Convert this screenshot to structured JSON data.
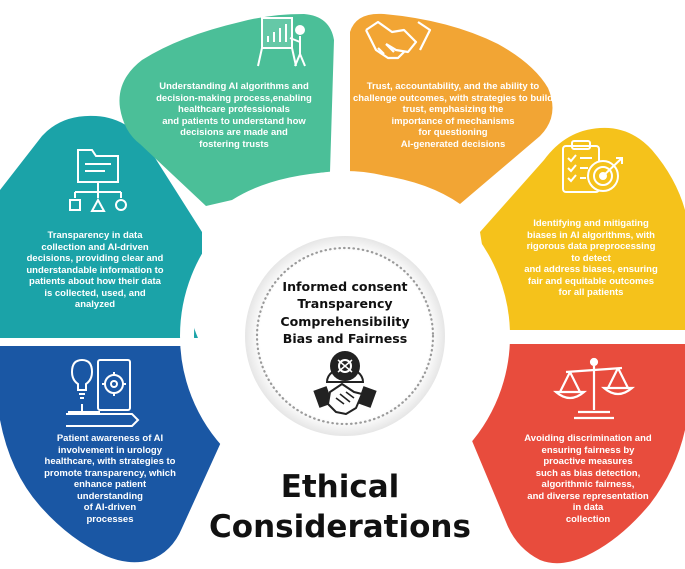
{
  "petals": [
    {
      "id": "data-transparency",
      "color": "#1ba3a8",
      "icon": "folder-hierarchy-icon",
      "text": "Transparency in data\ncollection and AI-driven\ndecisions, providing clear and\nunderstandable information to\npatients about how their data\nis collected, used, and\nanalyzed"
    },
    {
      "id": "algorithm-understanding",
      "color": "#4bbf98",
      "icon": "presentation-board-icon",
      "text": "Understanding AI algorithms and\ndecision-making process,enabling\nhealthcare professionals\nand patients to understand how\ndecisions are made and\nfostering trusts"
    },
    {
      "id": "trust-accountability",
      "color": "#f2a534",
      "icon": "handshake-icon",
      "text": "Trust, accountability, and the ability to\nchallenge outcomes, with strategies to build\ntrust,  emphasizing the\nimportance of mechanisms\nfor questioning\nAI-generated decisions"
    },
    {
      "id": "bias-mitigation",
      "color": "#f5c21b",
      "icon": "checklist-target-icon",
      "text": "Identifying and mitigating\nbiases in AI algorithms, with\nrigorous data preprocessing\nto detect\nand address biases, ensuring\nfair  and equitable outcomes\nfor  all patients"
    },
    {
      "id": "fairness",
      "color": "#e84c3d",
      "icon": "balance-scale-icon",
      "text": "Avoiding discrimination and\nensuring fairness by\nproactive measures\nsuch as bias detection,\nalgorithmic fairness,\nand diverse representation\nin data\ncollection"
    },
    {
      "id": "patient-awareness",
      "color": "#1a57a4",
      "icon": "idea-document-gear-icon",
      "text": "Patient awareness of AI\ninvolvement in urology\nhealthcare, with strategies to\npromote transparency, which\nenhance patient\nunderstanding\nof AI-driven\nprocesses"
    }
  ],
  "center": {
    "lines": [
      "Informed consent",
      "Transparency",
      "Comprehensibility",
      "Bias and Fairness"
    ],
    "icon": "handshake-ai-icon"
  },
  "title": {
    "line1": "Ethical",
    "line2": "Considerations"
  }
}
